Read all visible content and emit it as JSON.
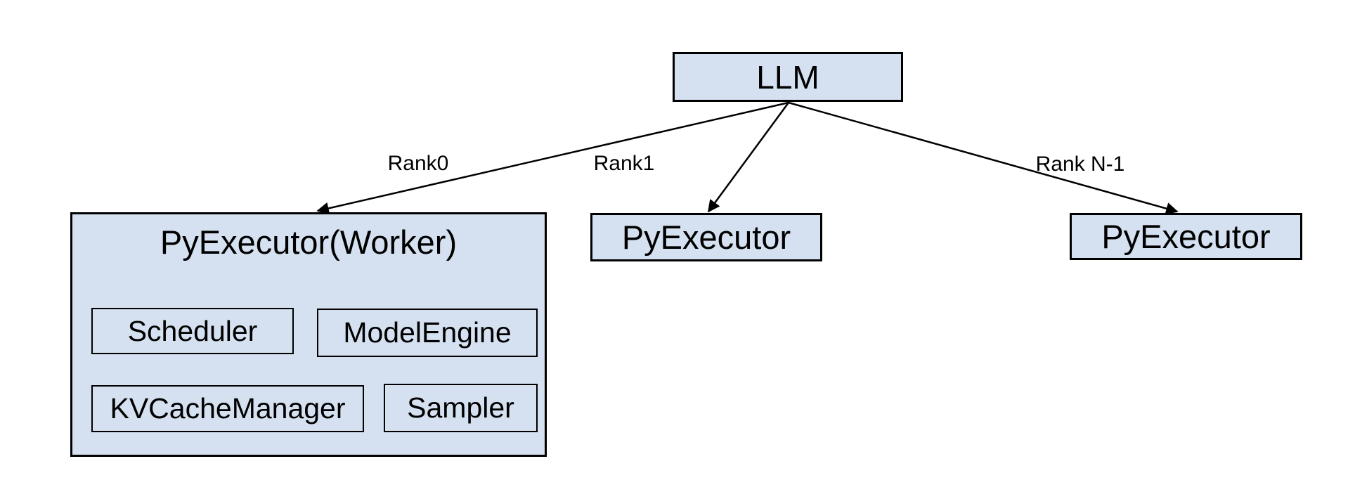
{
  "diagram": {
    "colors": {
      "node_fill": "#d5e1f0",
      "node_border": "#000000",
      "edge": "#000000",
      "text": "#000000",
      "background": "#ffffff"
    },
    "nodes": {
      "llm": {
        "label": "LLM"
      },
      "worker": {
        "label": "PyExecutor(Worker)",
        "children": [
          {
            "label": "Scheduler"
          },
          {
            "label": "ModelEngine"
          },
          {
            "label": "KVCacheManager"
          },
          {
            "label": "Sampler"
          }
        ]
      },
      "executor_rank1": {
        "label": "PyExecutor"
      },
      "executor_rank_n": {
        "label": "PyExecutor"
      }
    },
    "edges": [
      {
        "from": "llm",
        "to": "worker",
        "label": "Rank0"
      },
      {
        "from": "llm",
        "to": "executor_rank1",
        "label": "Rank1"
      },
      {
        "from": "llm",
        "to": "executor_rank_n",
        "label": "Rank N-1"
      }
    ]
  }
}
